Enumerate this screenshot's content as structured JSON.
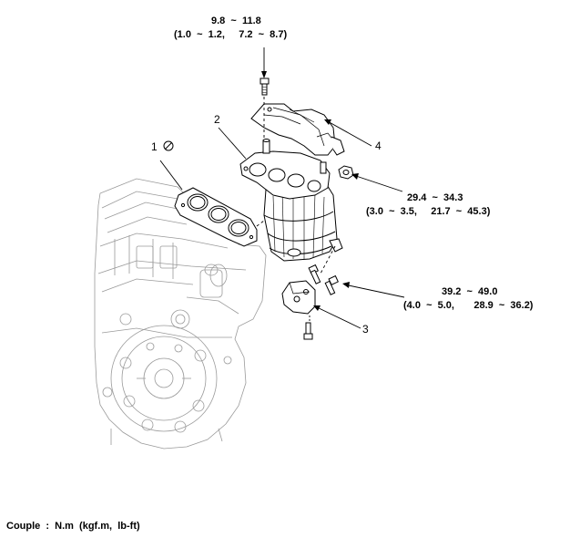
{
  "torque_specs": [
    {
      "value": "9.8  ~  11.8",
      "converted": "(1.0  ~  1.2,     7.2  ~  8.7)"
    },
    {
      "value": "29.4  ~  34.3",
      "converted": "(3.0  ~  3.5,     21.7  ~  45.3)"
    },
    {
      "value": "39.2  ~  49.0",
      "converted": "(4.0  ~  5.0,       28.9  ~  36.2)"
    }
  ],
  "part_callouts": [
    "1",
    "2",
    "3",
    "4"
  ],
  "unit_note": "Couple  :  N.m  (kgf.m,  lb-ft)",
  "icons": {
    "gasket_replace": "do-not-reuse-icon"
  },
  "colors": {
    "line": "#000000",
    "light_line": "#9a9a9a",
    "background": "#ffffff"
  }
}
